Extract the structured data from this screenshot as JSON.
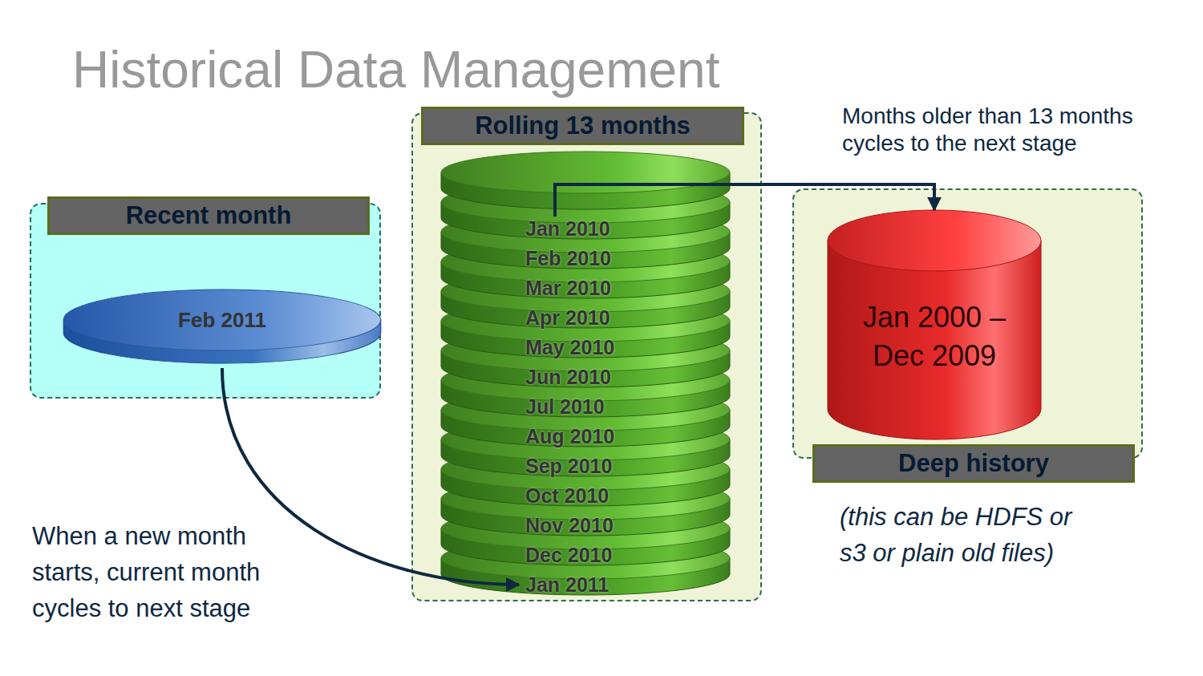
{
  "diagram": {
    "title": "Historical Data Management",
    "nodes": [
      {
        "text": [
          "Recent month"
        ]
      },
      {
        "text": [
          "Feb 2011"
        ],
        "in": 0
      },
      {
        "text": [
          "Rolling 13 months"
        ]
      },
      {
        "text": [
          "Jan 2010"
        ],
        "in": 2
      },
      {
        "text": [
          "Feb 2010"
        ],
        "in": 2
      },
      {
        "text": [
          "Mar 2010"
        ],
        "in": 2
      },
      {
        "text": [
          "Apr 2010"
        ],
        "in": 2
      },
      {
        "text": [
          "May 2010"
        ],
        "in": 2
      },
      {
        "text": [
          "Jun 2010"
        ],
        "in": 2
      },
      {
        "text": [
          "Jul 2010"
        ],
        "in": 2
      },
      {
        "text": [
          "Aug 2010"
        ],
        "in": 2
      },
      {
        "text": [
          "Sep 2010"
        ],
        "in": 2
      },
      {
        "text": [
          "Oct 2010"
        ],
        "in": 2
      },
      {
        "text": [
          "Nov 2010"
        ],
        "in": 2
      },
      {
        "text": [
          "Dec 2010"
        ],
        "in": 2
      },
      {
        "text": [
          "Jan 2011"
        ],
        "in": 2
      },
      {
        "text": [
          "Deep history"
        ]
      },
      {
        "text": [
          "Jan 2000 – Dec 2009"
        ],
        "in": 16
      }
    ],
    "edges": [
      {
        "from": 1,
        "to": 15,
        "arrow": "to"
      },
      {
        "from": 3,
        "to": 17,
        "arrow": "to"
      }
    ],
    "labels": [
      "Months older than 13 months cycles to the next stage",
      "When a new month starts, current month cycles to next stage",
      "(this can be HDFS or s3 or plain old files)"
    ]
  }
}
